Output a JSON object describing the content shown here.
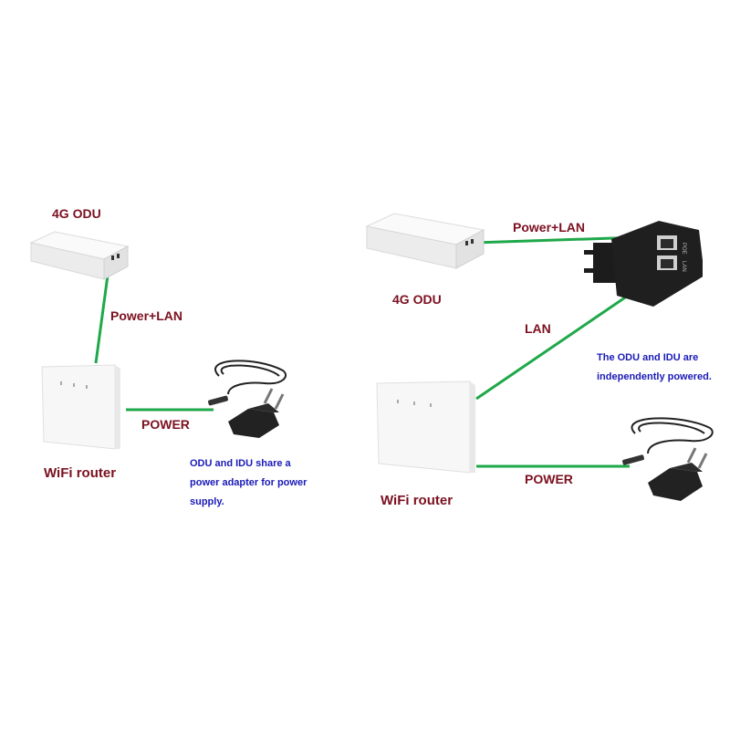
{
  "colors": {
    "label": "#7b1020",
    "note": "#1a1ab8",
    "wire": "#1fa84a",
    "device_white": "#f4f4f4",
    "device_black": "#1c1c1c"
  },
  "left": {
    "odu_label": "4G ODU",
    "link_odu_router": "Power+LAN",
    "router_label": "WiFi router",
    "link_power": "POWER",
    "note_lines": [
      "ODU and IDU share a",
      "power adapter for power",
      "supply."
    ]
  },
  "right": {
    "odu_label": "4G ODU",
    "link_odu_poe": "Power+LAN",
    "link_poe_router": "LAN",
    "router_label": "WiFi router",
    "link_power": "POWER",
    "poe_ports": [
      "POE",
      "LAN"
    ],
    "note_lines": [
      "The ODU and IDU are",
      "independently powered."
    ]
  }
}
